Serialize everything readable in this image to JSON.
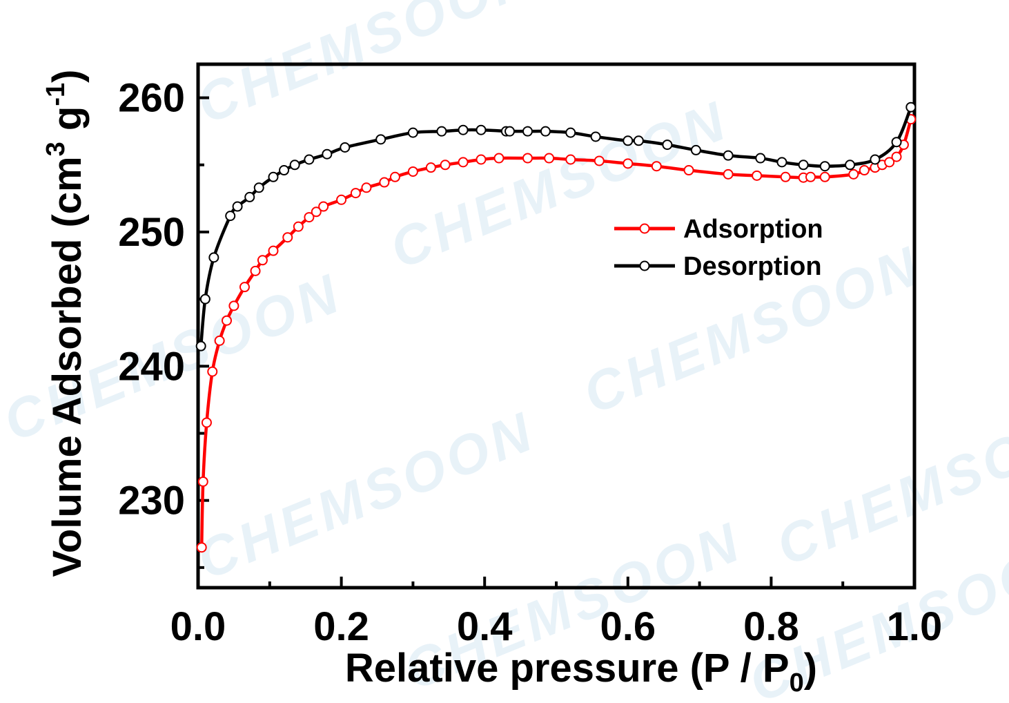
{
  "chart_data": {
    "type": "line",
    "xlabel": "Relative pressure (P / P",
    "xlabel_sub": "0",
    "xlabel_end": ")",
    "ylabel": "Volume Adsorbed (cm",
    "ylabel_sup1": "3",
    "ylabel_mid": " g",
    "ylabel_sup2": "-1",
    "ylabel_end": ")",
    "xlim": [
      0.0,
      1.0
    ],
    "ylim": [
      223.5,
      262.5
    ],
    "x_ticks": [
      "0.0",
      "0.2",
      "0.4",
      "0.6",
      "0.8",
      "1.0"
    ],
    "y_ticks": [
      "230",
      "240",
      "250",
      "260"
    ],
    "legend_position": "upper-right",
    "watermark": "CHEMSOON",
    "series": [
      {
        "name": "Adsorption",
        "color": "#ff0000",
        "x": [
          0.005,
          0.007,
          0.012,
          0.02,
          0.03,
          0.04,
          0.05,
          0.065,
          0.08,
          0.09,
          0.105,
          0.125,
          0.14,
          0.155,
          0.165,
          0.175,
          0.2,
          0.22,
          0.235,
          0.26,
          0.275,
          0.3,
          0.325,
          0.345,
          0.37,
          0.395,
          0.42,
          0.46,
          0.49,
          0.52,
          0.56,
          0.6,
          0.64,
          0.685,
          0.74,
          0.78,
          0.82,
          0.845,
          0.855,
          0.875,
          0.915,
          0.93,
          0.945,
          0.955,
          0.965,
          0.975,
          0.985,
          0.995
        ],
        "y": [
          226.5,
          231.4,
          235.8,
          239.6,
          241.9,
          243.4,
          244.5,
          245.9,
          247.1,
          247.9,
          248.6,
          249.6,
          250.4,
          251.1,
          251.5,
          251.9,
          252.4,
          252.9,
          253.3,
          253.7,
          254.1,
          254.5,
          254.8,
          255.0,
          255.2,
          255.4,
          255.5,
          255.5,
          255.5,
          255.4,
          255.3,
          255.1,
          254.9,
          254.6,
          254.3,
          254.2,
          254.1,
          254.05,
          254.1,
          254.1,
          254.3,
          254.6,
          254.8,
          255.0,
          255.2,
          255.6,
          256.5,
          258.4
        ]
      },
      {
        "name": "Desorption",
        "color": "#000000",
        "x": [
          0.995,
          0.975,
          0.945,
          0.91,
          0.875,
          0.845,
          0.815,
          0.785,
          0.74,
          0.695,
          0.655,
          0.615,
          0.6,
          0.555,
          0.52,
          0.485,
          0.46,
          0.43,
          0.435,
          0.395,
          0.37,
          0.34,
          0.3,
          0.255,
          0.205,
          0.18,
          0.155,
          0.135,
          0.12,
          0.105,
          0.085,
          0.072,
          0.055,
          0.045,
          0.022,
          0.01,
          0.004
        ],
        "y": [
          259.3,
          256.7,
          255.4,
          255.0,
          254.9,
          255.0,
          255.2,
          255.5,
          255.7,
          256.1,
          256.5,
          256.8,
          256.8,
          257.1,
          257.4,
          257.5,
          257.5,
          257.5,
          257.5,
          257.6,
          257.6,
          257.5,
          257.4,
          256.9,
          256.3,
          255.8,
          255.4,
          255.0,
          254.6,
          254.1,
          253.3,
          252.6,
          251.9,
          251.2,
          248.1,
          245.0,
          241.5
        ]
      }
    ]
  }
}
